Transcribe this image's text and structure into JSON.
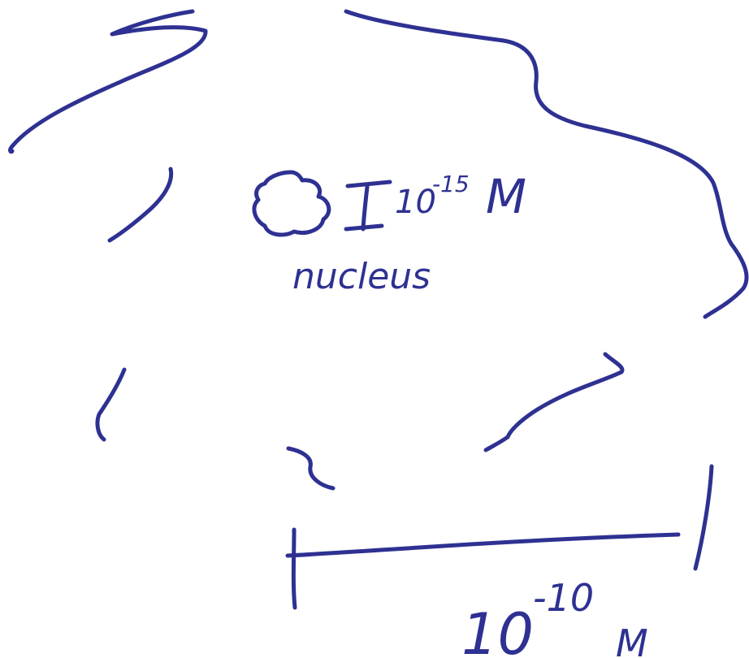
{
  "ink_color": "#2e3192",
  "nucleus": {
    "size_base": "10",
    "size_exponent": "-15",
    "size_unit": "M",
    "label": "nucleus"
  },
  "atom": {
    "size_base": "10",
    "size_exponent": "-10",
    "size_unit": "M"
  }
}
